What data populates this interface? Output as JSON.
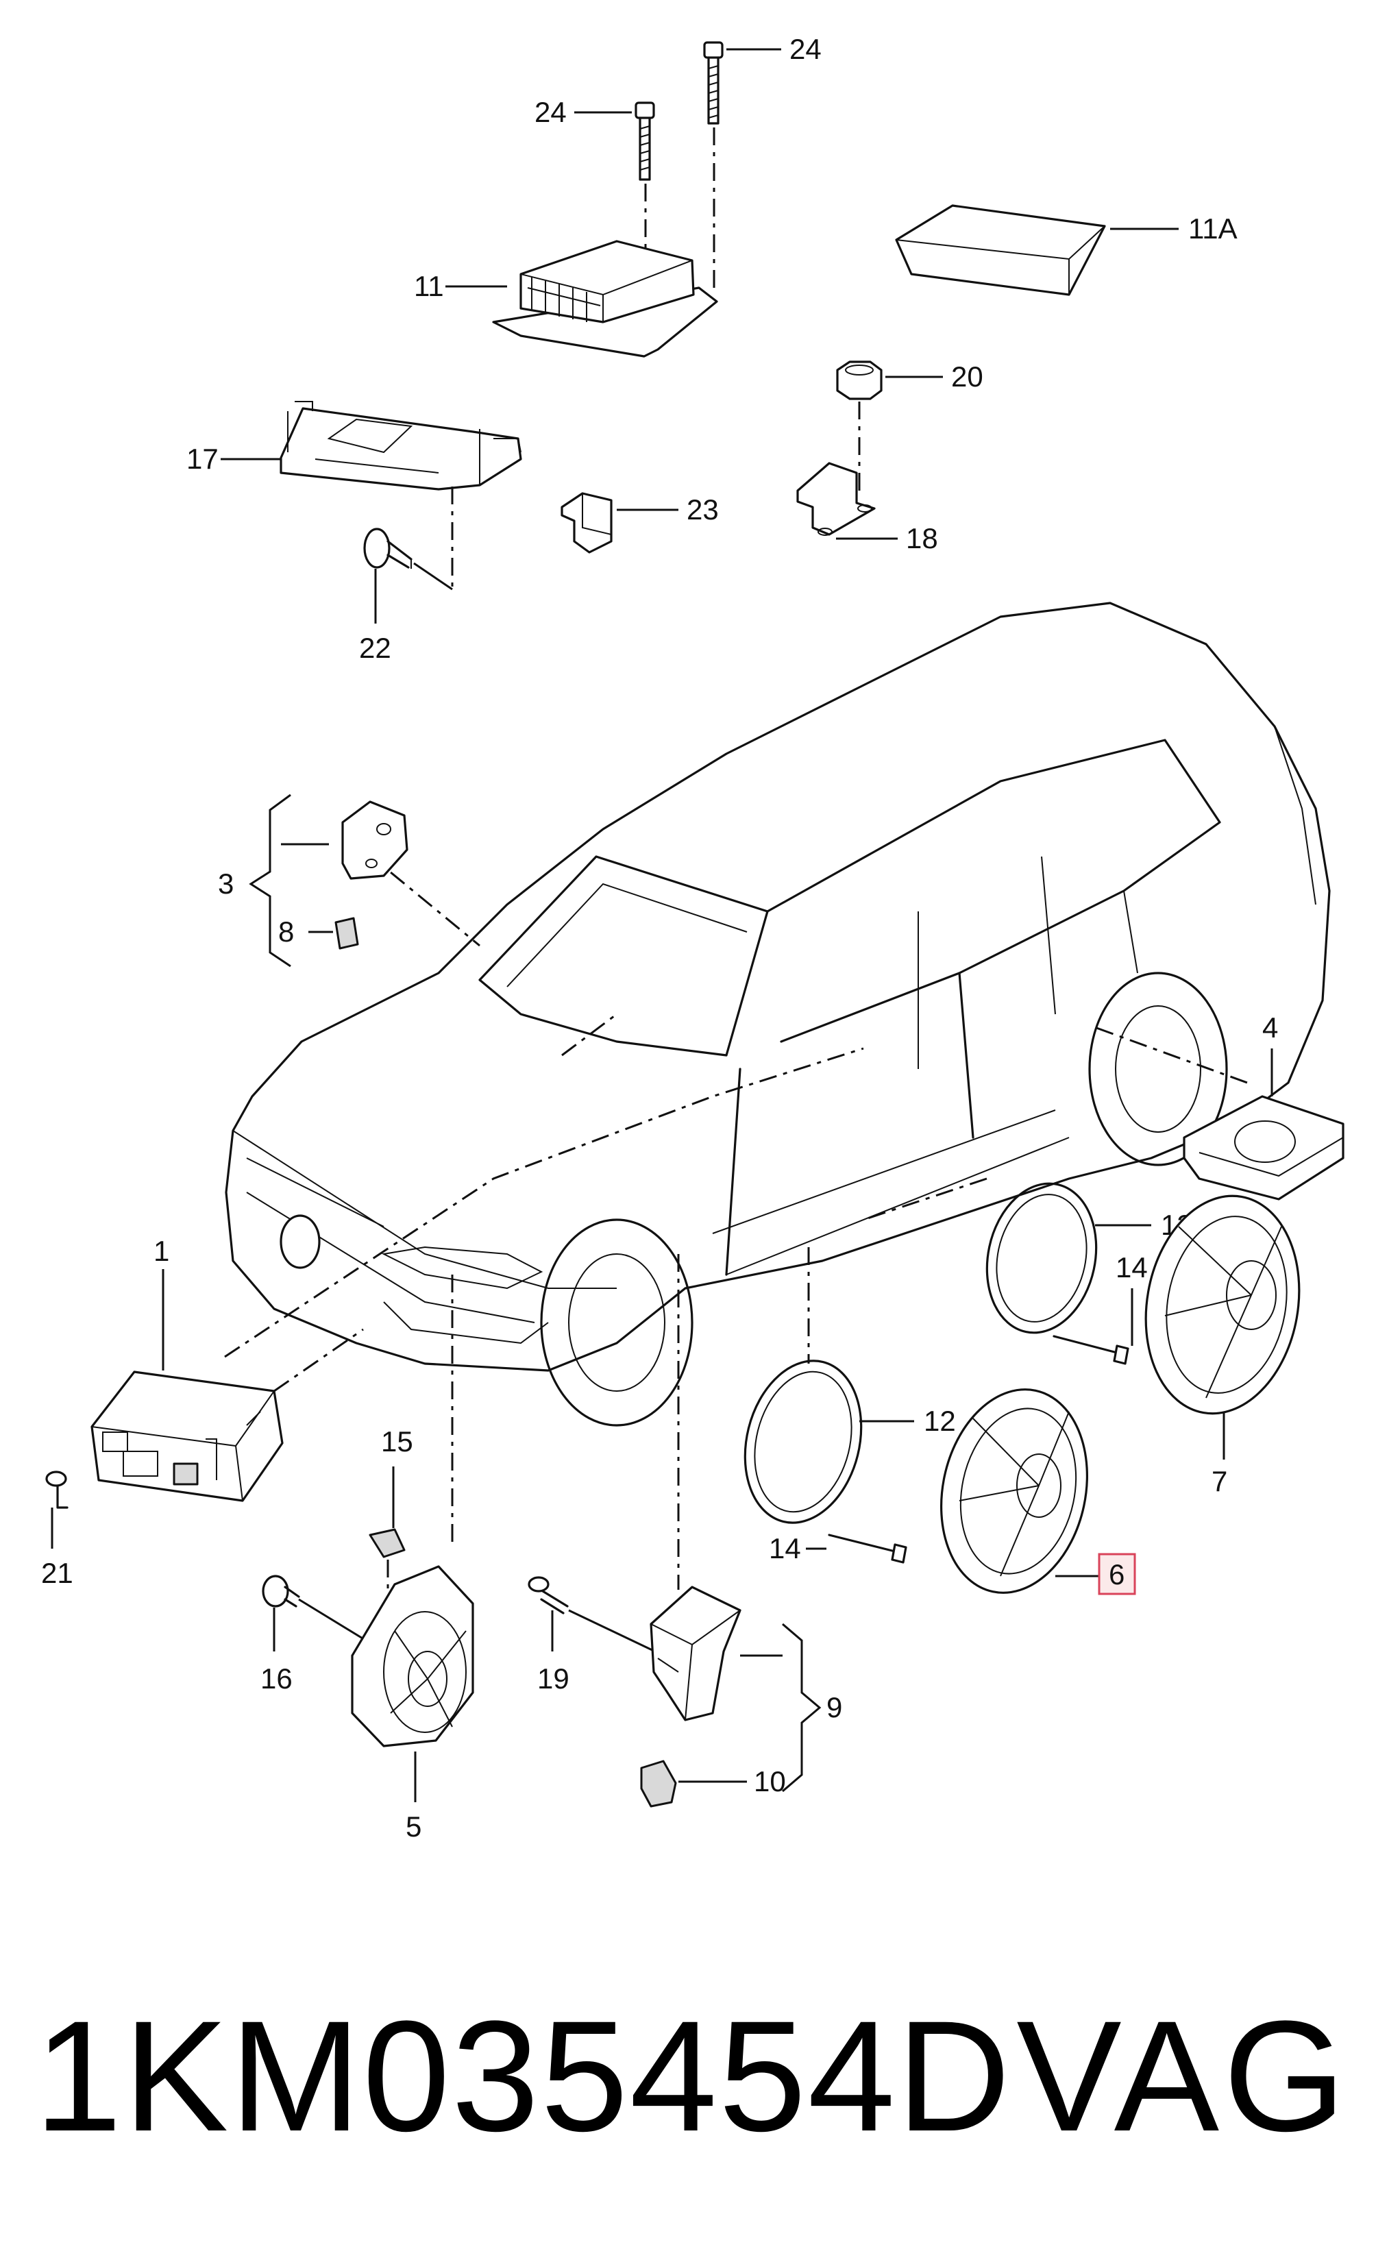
{
  "callouts": {
    "c1": "1",
    "c3": "3",
    "c4": "4",
    "c5": "5",
    "c6": "6",
    "c7": "7",
    "c8": "8",
    "c9": "9",
    "c10": "10",
    "c11": "11",
    "c11a": "11A",
    "c12": "12",
    "c13": "13",
    "c14a": "14",
    "c14b": "14",
    "c15": "15",
    "c16": "16",
    "c17": "17",
    "c18": "18",
    "c19": "19",
    "c20": "20",
    "c21": "21",
    "c22": "22",
    "c23": "23",
    "c24a": "24",
    "c24b": "24"
  },
  "highlighted_callout": "6",
  "footer": {
    "part_number": "1KM035454D",
    "brand": "VAG"
  },
  "colors": {
    "line": "#111111",
    "highlight_fill": "#fbeaea",
    "highlight_border": "#d9435a"
  }
}
